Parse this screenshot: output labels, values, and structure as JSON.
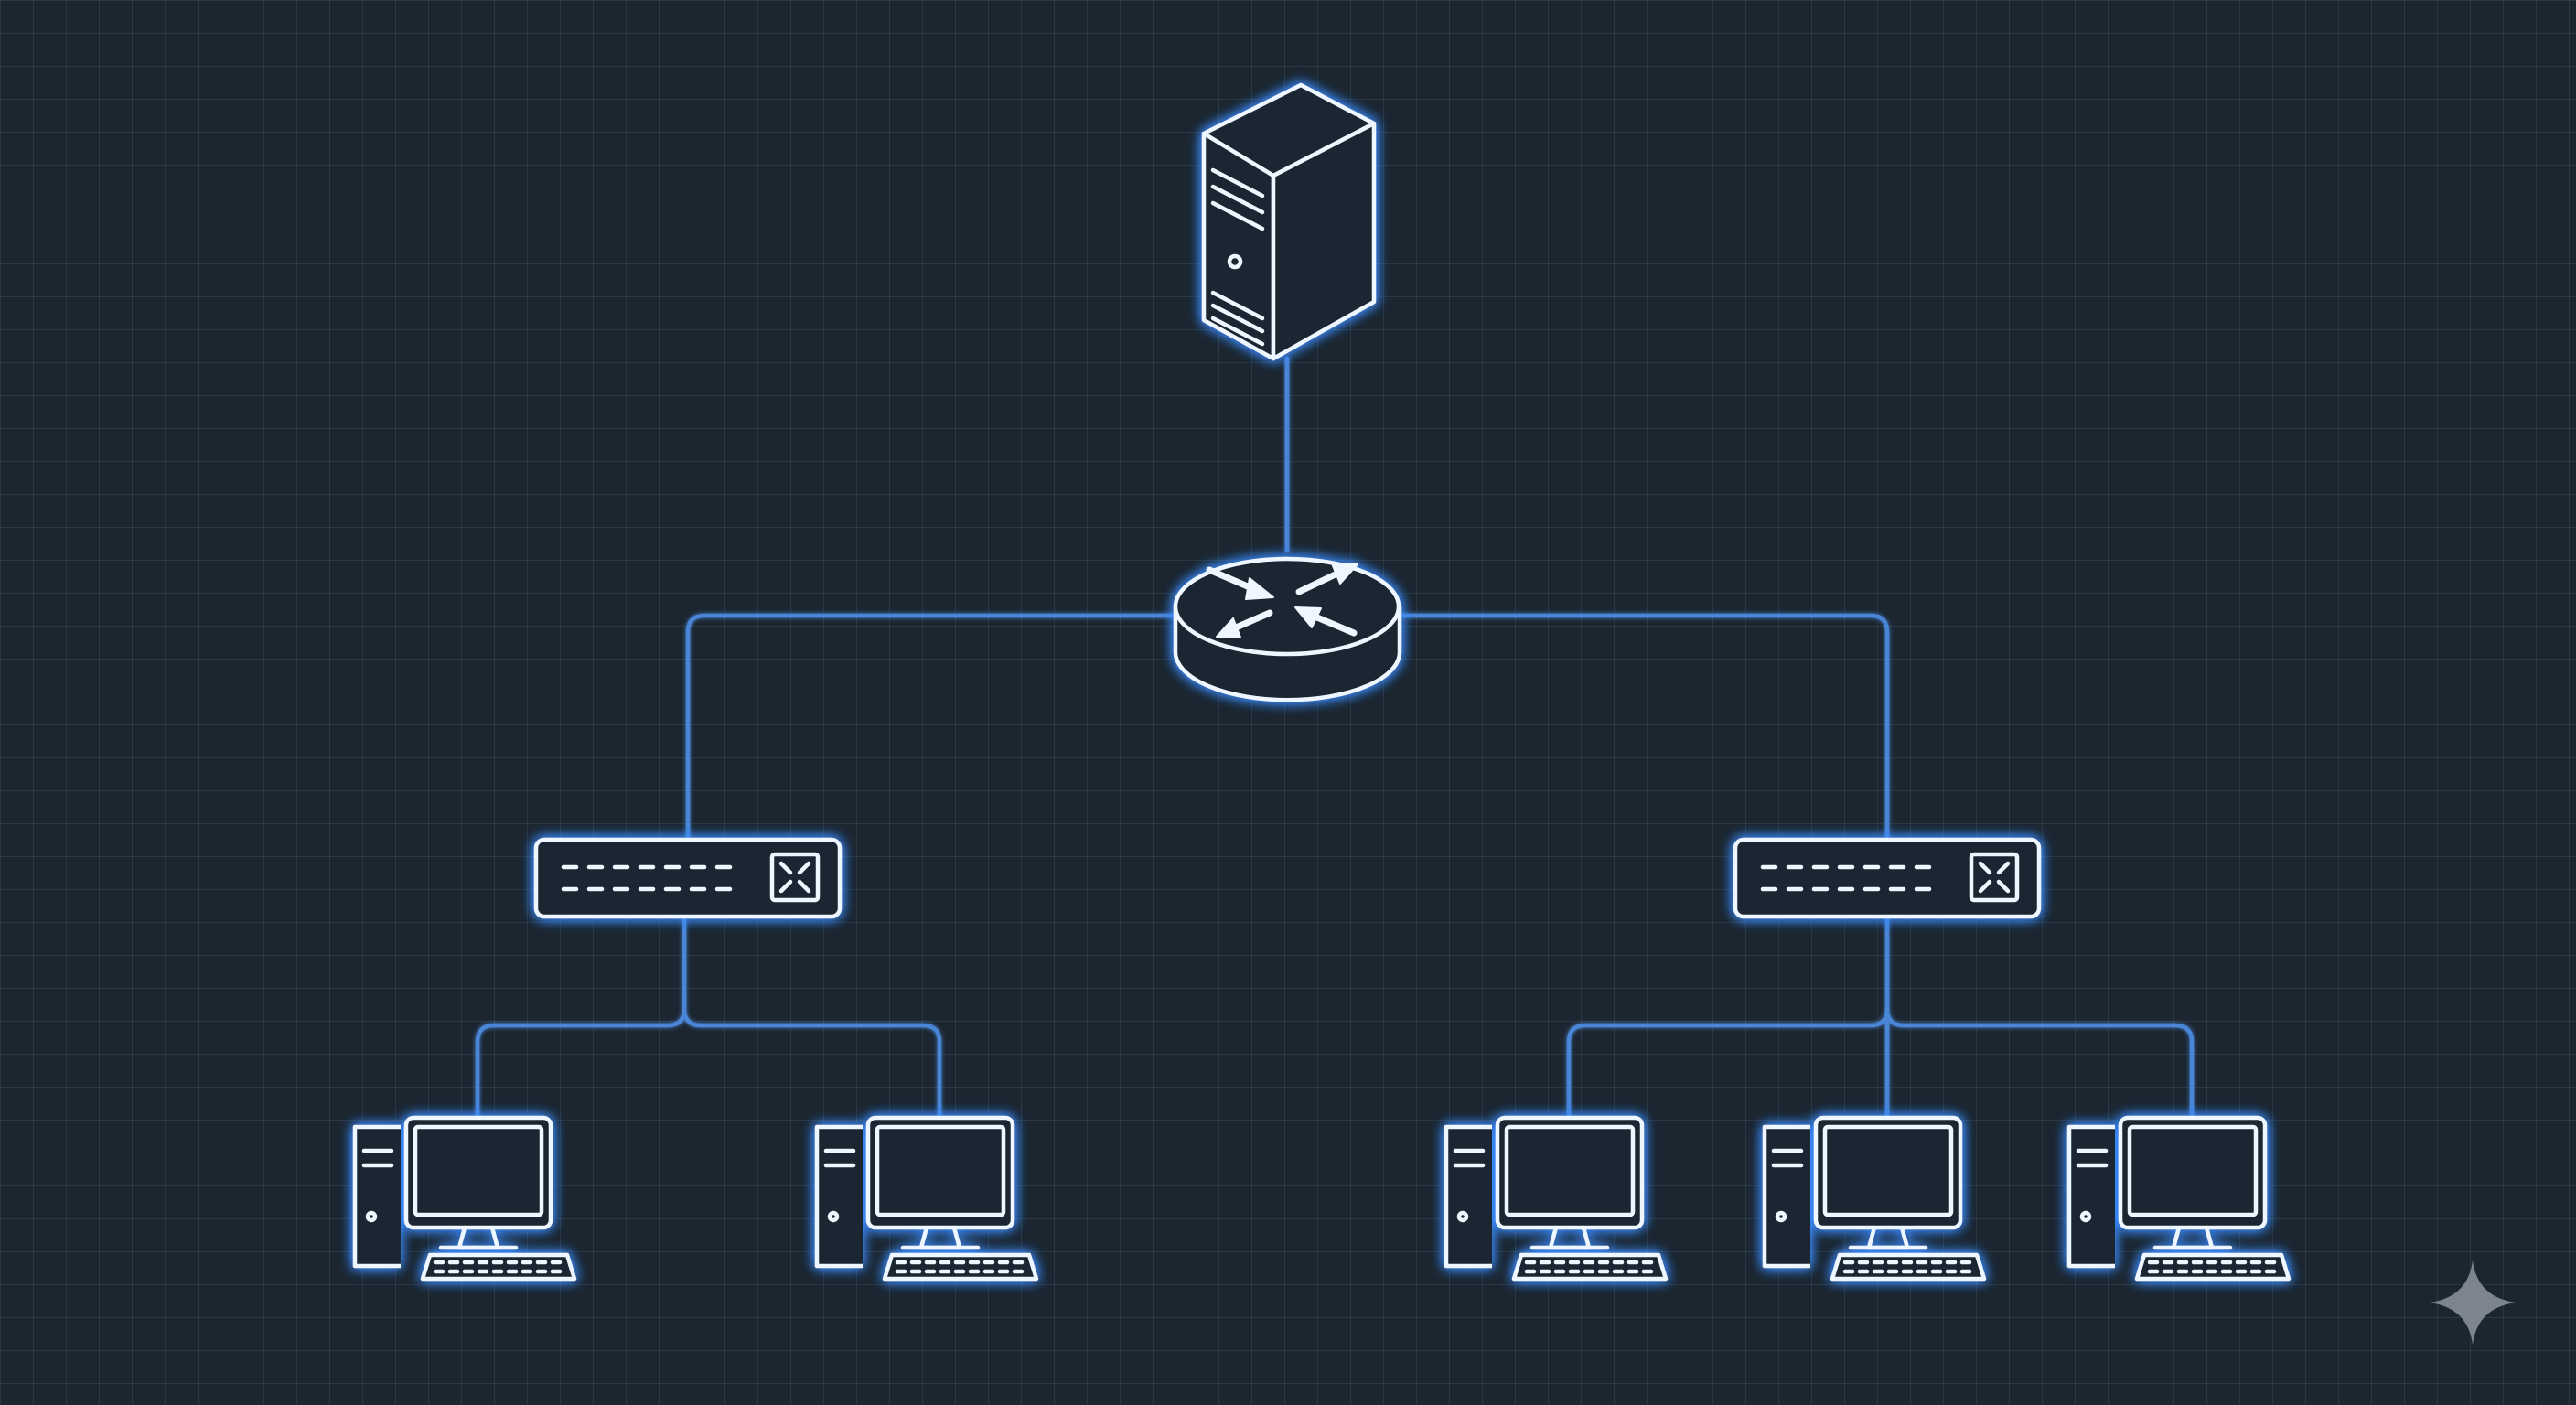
{
  "diagram": {
    "type": "network-topology",
    "background": "#1c2630",
    "colors": {
      "link": "#4a86d8",
      "device_stroke": "#eef6ff",
      "glow": "#3a8cff",
      "corner_mark": "#7c858e"
    },
    "nodes": [
      {
        "id": "server",
        "kind": "server",
        "icon": "server-tower-icon"
      },
      {
        "id": "router",
        "kind": "router",
        "icon": "router-icon"
      },
      {
        "id": "switch-left",
        "kind": "switch",
        "icon": "switch-icon"
      },
      {
        "id": "switch-right",
        "kind": "switch",
        "icon": "switch-icon"
      },
      {
        "id": "pc-1",
        "kind": "workstation",
        "icon": "desktop-computer-icon"
      },
      {
        "id": "pc-2",
        "kind": "workstation",
        "icon": "desktop-computer-icon"
      },
      {
        "id": "pc-3",
        "kind": "workstation",
        "icon": "desktop-computer-icon"
      },
      {
        "id": "pc-4",
        "kind": "workstation",
        "icon": "desktop-computer-icon"
      },
      {
        "id": "pc-5",
        "kind": "workstation",
        "icon": "desktop-computer-icon"
      }
    ],
    "edges": [
      {
        "from": "server",
        "to": "router"
      },
      {
        "from": "router",
        "to": "switch-left"
      },
      {
        "from": "router",
        "to": "switch-right"
      },
      {
        "from": "switch-left",
        "to": "pc-1"
      },
      {
        "from": "switch-left",
        "to": "pc-2"
      },
      {
        "from": "switch-right",
        "to": "pc-3"
      },
      {
        "from": "switch-right",
        "to": "pc-4"
      },
      {
        "from": "switch-right",
        "to": "pc-5"
      }
    ],
    "corner_mark_icon": "sparkle-icon"
  }
}
